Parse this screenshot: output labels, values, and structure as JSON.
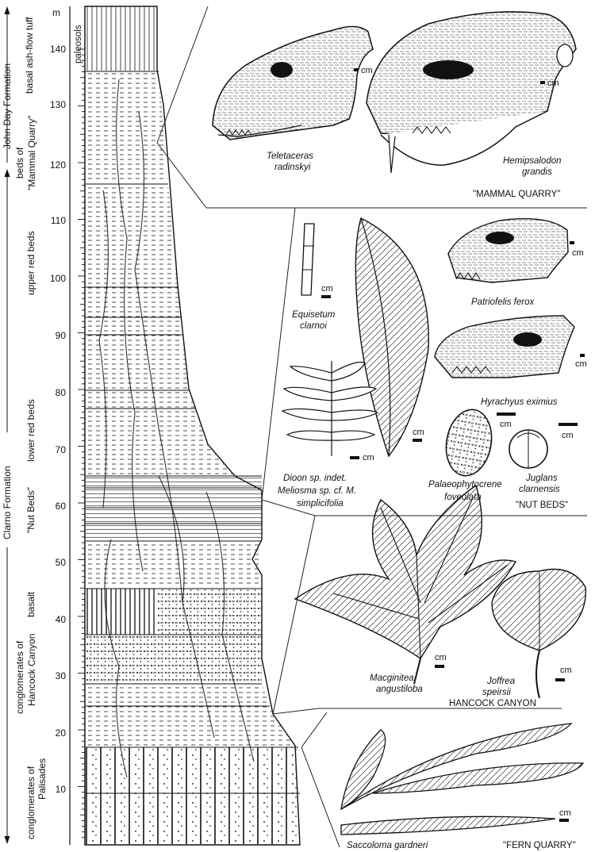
{
  "axis": {
    "unit": "m",
    "ticks": [
      "140",
      "130",
      "120",
      "110",
      "100",
      "90",
      "80",
      "70",
      "60",
      "50",
      "40",
      "30",
      "20",
      "10"
    ],
    "paleosols_label": "paleosols"
  },
  "formations": {
    "john_day": "John Day Formation",
    "clarno": "Clarno Formation"
  },
  "units": {
    "basal_ash": "basal ash-flow tuff",
    "mammal_quarry_line1": "beds of",
    "mammal_quarry_line2": "\"Mammal Quarry\"",
    "upper_red": "upper red beds",
    "lower_red": "lower red beds",
    "nut_beds": "\"Nut Beds\"",
    "basalt": "basalt",
    "hancock_line1": "conglomerates of",
    "hancock_line2": "Hancock Canyon",
    "palisades_line1": "conglomerates of",
    "palisades_line2": "Palisades"
  },
  "panels": {
    "mammal_quarry": {
      "title": "\"MAMMAL QUARRY\"",
      "scale": "cm",
      "species": [
        {
          "line1": "Teletaceras",
          "line2": "radinskyi"
        },
        {
          "line1": "Hemipsalodon",
          "line2": "grandis"
        }
      ]
    },
    "nut_beds": {
      "title": "\"NUT BEDS\"",
      "scale": "cm",
      "species": [
        {
          "line1": "Equisetum",
          "line2": "clarnoi"
        },
        {
          "line1": "Patriofelis ferox",
          "line2": ""
        },
        {
          "line1": "Hyrachyus eximius",
          "line2": ""
        },
        {
          "line1": "Dioon sp. indet.",
          "line2": ""
        },
        {
          "line1": "Meliosma sp. cf. M.",
          "line2": "simplicifolia"
        },
        {
          "line1": "Palaeophytocrene",
          "line2": "foveolata"
        },
        {
          "line1": "Juglans",
          "line2": "clarnensis"
        }
      ]
    },
    "hancock_canyon": {
      "title": "HANCOCK CANYON",
      "scale": "cm",
      "species": [
        {
          "line1": "Macginitea",
          "line2": "angustiloba"
        },
        {
          "line1": "Joffrea",
          "line2": "speirsii"
        }
      ]
    },
    "fern_quarry": {
      "title": "\"FERN QUARRY\"",
      "scale": "cm",
      "species": [
        {
          "line1": "Saccoloma gardneri",
          "line2": ""
        }
      ]
    }
  }
}
